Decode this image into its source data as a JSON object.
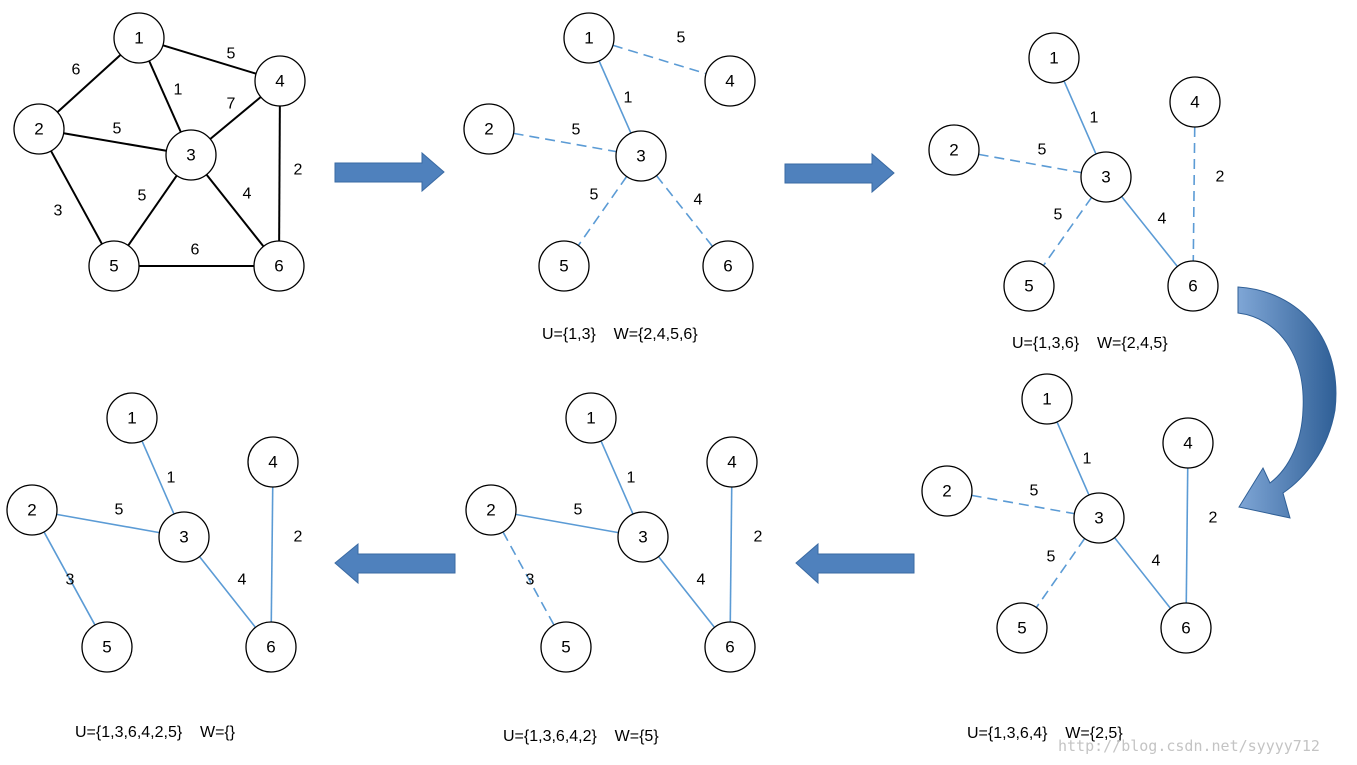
{
  "colors": {
    "original_edge": "#000000",
    "tree_edge": "#5b9bd5",
    "arrow_fill": "#4f81bd",
    "arrow_dark": "#2f5f96",
    "node_stroke": "#000000"
  },
  "panels": [
    {
      "id": "original-graph",
      "caption": "",
      "nodes": [
        {
          "id": "1",
          "label": "1"
        },
        {
          "id": "2",
          "label": "2"
        },
        {
          "id": "3",
          "label": "3"
        },
        {
          "id": "4",
          "label": "4"
        },
        {
          "id": "5",
          "label": "5"
        },
        {
          "id": "6",
          "label": "6"
        }
      ],
      "edges": [
        {
          "from": "1",
          "to": "2",
          "weight": "6",
          "style": "original"
        },
        {
          "from": "1",
          "to": "4",
          "weight": "5",
          "style": "original"
        },
        {
          "from": "1",
          "to": "3",
          "weight": "1",
          "style": "original"
        },
        {
          "from": "2",
          "to": "3",
          "weight": "5",
          "style": "original"
        },
        {
          "from": "3",
          "to": "4",
          "weight": "7",
          "style": "original"
        },
        {
          "from": "4",
          "to": "6",
          "weight": "2",
          "style": "original"
        },
        {
          "from": "2",
          "to": "5",
          "weight": "3",
          "style": "original"
        },
        {
          "from": "3",
          "to": "5",
          "weight": "5",
          "style": "original"
        },
        {
          "from": "3",
          "to": "6",
          "weight": "4",
          "style": "original"
        },
        {
          "from": "5",
          "to": "6",
          "weight": "6",
          "style": "original"
        }
      ]
    },
    {
      "id": "step-1",
      "caption": "U={1,3}    W={2,4,5,6}",
      "nodes": [
        {
          "id": "1",
          "label": "1"
        },
        {
          "id": "2",
          "label": "2"
        },
        {
          "id": "3",
          "label": "3"
        },
        {
          "id": "4",
          "label": "4"
        },
        {
          "id": "5",
          "label": "5"
        },
        {
          "id": "6",
          "label": "6"
        }
      ],
      "edges": [
        {
          "from": "1",
          "to": "3",
          "weight": "1",
          "style": "solid"
        },
        {
          "from": "1",
          "to": "4",
          "weight": "5",
          "style": "dashed"
        },
        {
          "from": "2",
          "to": "3",
          "weight": "5",
          "style": "dashed"
        },
        {
          "from": "3",
          "to": "5",
          "weight": "5",
          "style": "dashed"
        },
        {
          "from": "3",
          "to": "6",
          "weight": "4",
          "style": "dashed"
        }
      ]
    },
    {
      "id": "step-2",
      "caption": "U={1,3,6}    W={2,4,5}",
      "nodes": [
        {
          "id": "1",
          "label": "1"
        },
        {
          "id": "2",
          "label": "2"
        },
        {
          "id": "3",
          "label": "3"
        },
        {
          "id": "4",
          "label": "4"
        },
        {
          "id": "5",
          "label": "5"
        },
        {
          "id": "6",
          "label": "6"
        }
      ],
      "edges": [
        {
          "from": "1",
          "to": "3",
          "weight": "1",
          "style": "solid"
        },
        {
          "from": "3",
          "to": "6",
          "weight": "4",
          "style": "solid"
        },
        {
          "from": "2",
          "to": "3",
          "weight": "5",
          "style": "dashed"
        },
        {
          "from": "3",
          "to": "5",
          "weight": "5",
          "style": "dashed"
        },
        {
          "from": "4",
          "to": "6",
          "weight": "2",
          "style": "dashed"
        }
      ]
    },
    {
      "id": "step-3",
      "caption": "U={1,3,6,4}    W={2,5}",
      "nodes": [
        {
          "id": "1",
          "label": "1"
        },
        {
          "id": "2",
          "label": "2"
        },
        {
          "id": "3",
          "label": "3"
        },
        {
          "id": "4",
          "label": "4"
        },
        {
          "id": "5",
          "label": "5"
        },
        {
          "id": "6",
          "label": "6"
        }
      ],
      "edges": [
        {
          "from": "1",
          "to": "3",
          "weight": "1",
          "style": "solid"
        },
        {
          "from": "3",
          "to": "6",
          "weight": "4",
          "style": "solid"
        },
        {
          "from": "4",
          "to": "6",
          "weight": "2",
          "style": "solid"
        },
        {
          "from": "2",
          "to": "3",
          "weight": "5",
          "style": "dashed"
        },
        {
          "from": "3",
          "to": "5",
          "weight": "5",
          "style": "dashed"
        }
      ]
    },
    {
      "id": "step-4",
      "caption": "U={1,3,6,4,2}    W={5}",
      "nodes": [
        {
          "id": "1",
          "label": "1"
        },
        {
          "id": "2",
          "label": "2"
        },
        {
          "id": "3",
          "label": "3"
        },
        {
          "id": "4",
          "label": "4"
        },
        {
          "id": "5",
          "label": "5"
        },
        {
          "id": "6",
          "label": "6"
        }
      ],
      "edges": [
        {
          "from": "1",
          "to": "3",
          "weight": "1",
          "style": "solid"
        },
        {
          "from": "2",
          "to": "3",
          "weight": "5",
          "style": "solid"
        },
        {
          "from": "3",
          "to": "6",
          "weight": "4",
          "style": "solid"
        },
        {
          "from": "4",
          "to": "6",
          "weight": "2",
          "style": "solid"
        },
        {
          "from": "2",
          "to": "5",
          "weight": "3",
          "style": "dashed"
        }
      ]
    },
    {
      "id": "step-5",
      "caption": "U={1,3,6,4,2,5}    W={}",
      "nodes": [
        {
          "id": "1",
          "label": "1"
        },
        {
          "id": "2",
          "label": "2"
        },
        {
          "id": "3",
          "label": "3"
        },
        {
          "id": "4",
          "label": "4"
        },
        {
          "id": "5",
          "label": "5"
        },
        {
          "id": "6",
          "label": "6"
        }
      ],
      "edges": [
        {
          "from": "1",
          "to": "3",
          "weight": "1",
          "style": "solid"
        },
        {
          "from": "2",
          "to": "3",
          "weight": "5",
          "style": "solid"
        },
        {
          "from": "3",
          "to": "6",
          "weight": "4",
          "style": "solid"
        },
        {
          "from": "4",
          "to": "6",
          "weight": "2",
          "style": "solid"
        },
        {
          "from": "2",
          "to": "5",
          "weight": "3",
          "style": "solid"
        }
      ]
    }
  ],
  "arrows": [
    {
      "id": "arrow-original-to-step-1",
      "direction": "right"
    },
    {
      "id": "arrow-step-1-to-step-2",
      "direction": "right"
    },
    {
      "id": "arrow-step-2-to-step-3",
      "direction": "curved-down"
    },
    {
      "id": "arrow-step-3-to-step-4",
      "direction": "left"
    },
    {
      "id": "arrow-step-4-to-step-5",
      "direction": "left"
    }
  ],
  "watermark": "http://blog.csdn.net/syyyy712"
}
